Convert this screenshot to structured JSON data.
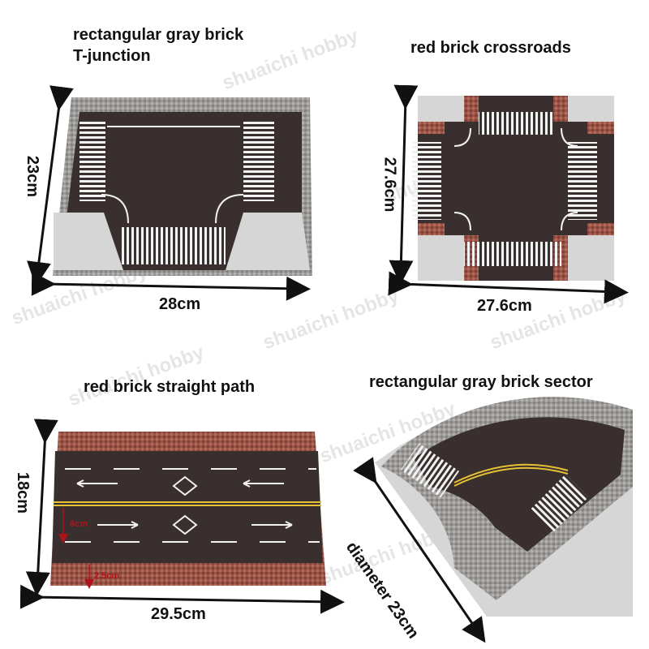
{
  "titles": {
    "t_junction_line1": "rectangular gray brick",
    "t_junction_line2": "T-junction",
    "crossroads": "red brick crossroads",
    "straight": "red brick straight path",
    "sector": "rectangular gray brick sector"
  },
  "dimensions": {
    "t_junction_height": "23cm",
    "t_junction_width": "28cm",
    "crossroads_height": "27.6cm",
    "crossroads_width": "27.6cm",
    "straight_height": "18cm",
    "straight_width": "29.5cm",
    "straight_lane": "8cm",
    "straight_sidewalk": "2.5cm",
    "sector_diameter": "diameter 23cm"
  },
  "watermark": "shuaichi hobby",
  "colors": {
    "asphalt": "#3a2f2f",
    "gray_brick": "#9c9a98",
    "red_brick": "#9a5548",
    "pavement": "#d6d6d6",
    "marking": "#f2f2f2",
    "yellow_line": "#e6c233",
    "dim_red": "#b0121a"
  }
}
